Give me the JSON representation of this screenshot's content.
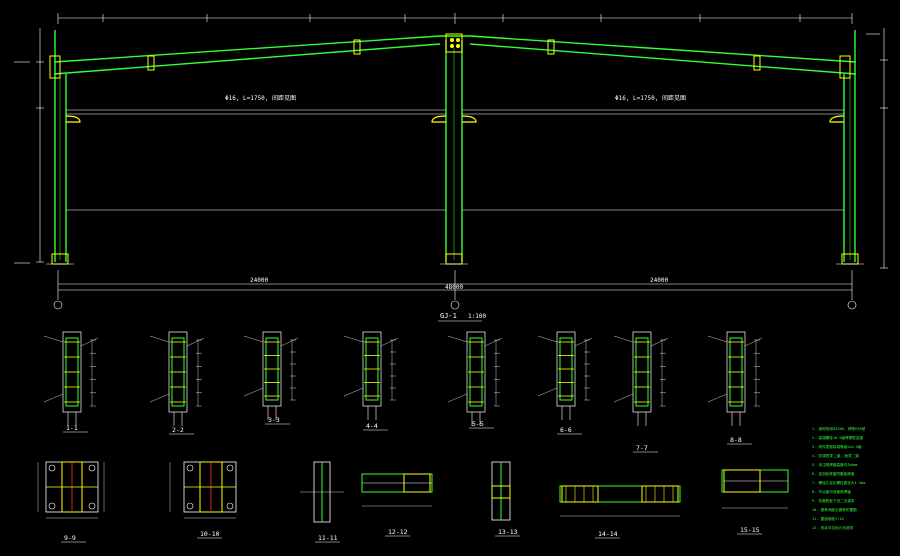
{
  "drawing": {
    "frame_title": "GJ-1",
    "frame_scale": "1:100",
    "span_total": "48000",
    "span_left": "24000",
    "span_right": "24000",
    "brace_note_left": "Φ16, L=1750, 间距见图",
    "brace_note_right": "Φ16, L=1750, 间距见图",
    "section_labels": [
      "1-1",
      "2-2",
      "3-3",
      "4-4",
      "5-5",
      "6-6",
      "7-7",
      "8-8",
      "9-9",
      "10-10",
      "11-11",
      "12-12",
      "13-13",
      "14-14",
      "15-15"
    ],
    "notes": [
      "1. 钢材采用Q345B, 焊条E50型",
      "2. 高强螺栓10.9级摩擦型连接",
      "3. 构件表面除锈等级Sa2.5级",
      "4. 防锈底漆二道, 面漆二道",
      "5. 未注明焊缝高度均为6mm",
      "6. 加劲肋厚度同腹板厚度",
      "7. 螺栓孔径比螺栓直径大1.5mm",
      "8. 节点板均双面角焊缝",
      "9. 柱脚底板下设二次灌浆",
      "10. 檩条间距见檩条布置图",
      "11. 屋面坡度1:10",
      "12. 其余详见设计总说明"
    ]
  }
}
